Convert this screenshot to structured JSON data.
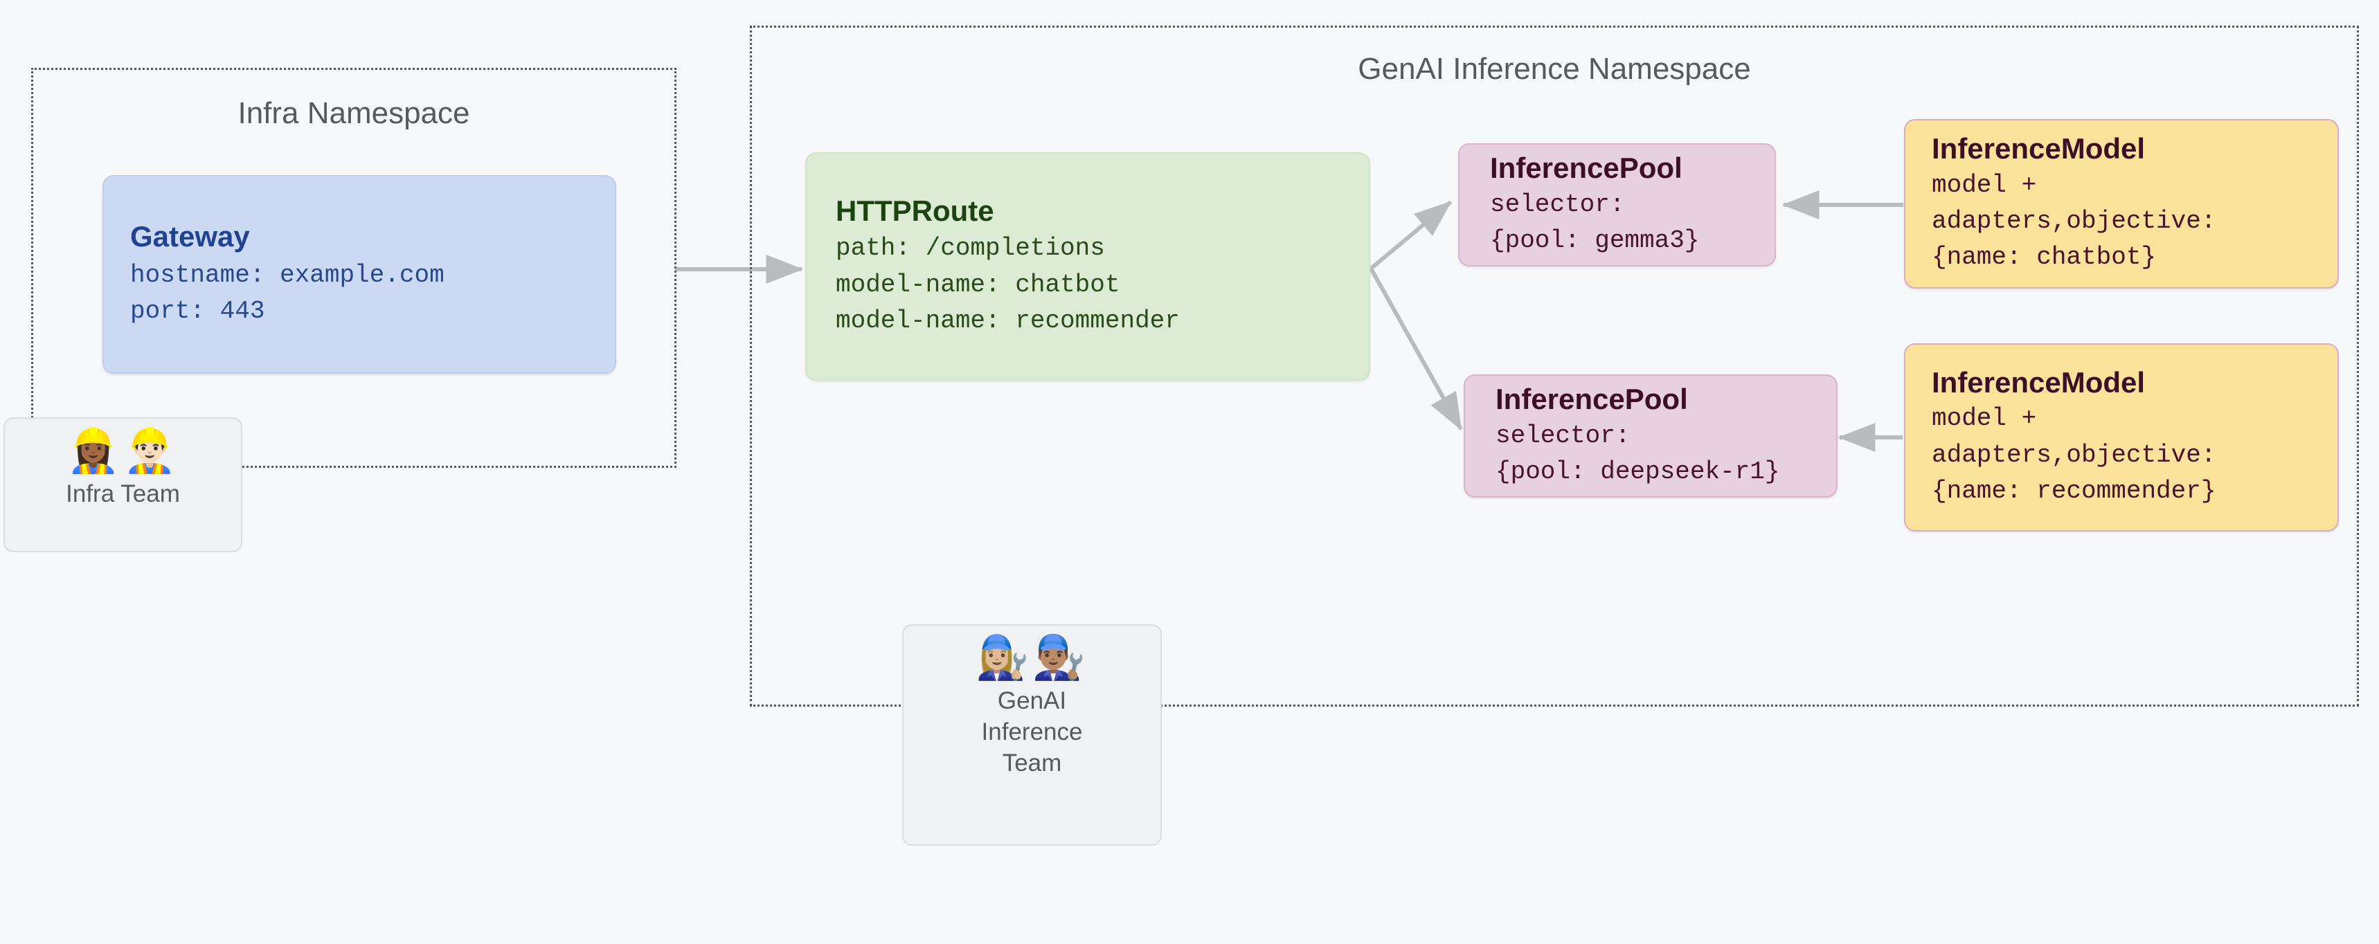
{
  "diagram": {
    "background_color": "#f7f8fa",
    "namespaces": [
      {
        "id": "infra",
        "title": "Infra Namespace"
      },
      {
        "id": "genai",
        "title": "GenAI Inference Namespace"
      }
    ]
  },
  "gateway": {
    "title": "Gateway",
    "fields": "hostname: example.com\nport: 443",
    "fill_color": "#ccd9f3",
    "text_color": "#27488f"
  },
  "httproute": {
    "title": "HTTPRoute",
    "fields": "path: /completions\nmodel-name: chatbot\nmodel-name: recommender",
    "fill_color": "#dcebd3",
    "text_color": "#2b4a1c"
  },
  "pools": [
    {
      "title": "InferencePool",
      "fields": "selector:\n{pool: gemma3}",
      "fill_color": "#e8d1de",
      "text_color": "#47132d"
    },
    {
      "title": "InferencePool",
      "fields": "selector:\n{pool: deepseek-r1}",
      "fill_color": "#e8d1de",
      "text_color": "#47132d"
    }
  ],
  "models": [
    {
      "title": "InferenceModel",
      "fields": "model +\nadapters,objective:\n{name: chatbot}",
      "fill_color": "#fae29a",
      "text_color": "#47132d"
    },
    {
      "title": "InferenceModel",
      "fields": "model +\nadapters,objective:\n{name: recommender}",
      "fill_color": "#fae29a",
      "text_color": "#47132d"
    }
  ],
  "teams": [
    {
      "id": "infra-team",
      "label": "Infra Team",
      "faces": "👷🏾‍♀️👷🏻‍♂️",
      "icon_names": [
        "construction-worker-woman-icon",
        "construction-worker-man-icon"
      ]
    },
    {
      "id": "genai-team",
      "label": "GenAI\nInference\nTeam",
      "faces": "👩🏼‍🔧👨🏽‍🔧",
      "icon_names": [
        "mechanic-woman-icon",
        "mechanic-man-icon"
      ]
    }
  ],
  "edges": [
    {
      "id": "gateway-to-httproute",
      "from": "gateway",
      "to": "httproute",
      "style": "solid-arrow"
    },
    {
      "id": "httproute-to-pool-1",
      "from": "httproute",
      "to": "pool-1",
      "style": "solid-arrow"
    },
    {
      "id": "httproute-to-pool-2",
      "from": "httproute",
      "to": "pool-2",
      "style": "solid-arrow"
    },
    {
      "id": "model-1-to-pool-1",
      "from": "model-1",
      "to": "pool-1",
      "style": "solid-arrow"
    },
    {
      "id": "model-2-to-pool-2",
      "from": "model-2",
      "to": "pool-2",
      "style": "solid-arrow"
    }
  ],
  "edge_color": "#b9bcbf"
}
